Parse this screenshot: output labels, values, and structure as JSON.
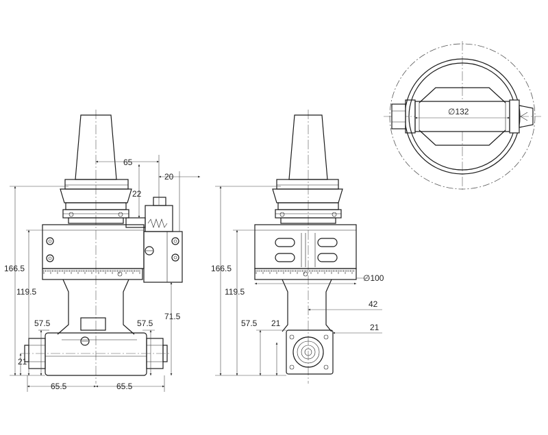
{
  "dimensions": {
    "d65_top": "65",
    "d20": "20",
    "d22": "22",
    "d166_left": "166.5",
    "d119_left": "119.5",
    "d57_left": "57.5",
    "d57_right": "57.5",
    "d71": "71.5",
    "d21_left": "21",
    "d65_bottom_left": "65.5",
    "d65_bottom_right": "65.5",
    "d166_mid": "166.5",
    "d119_mid": "119.5",
    "d57_mid": "57.5",
    "d21_mid": "21",
    "d100": "∅100",
    "d42": "42",
    "d21_right": "21",
    "d132": "∅132"
  },
  "colors": {
    "line": "#1a1a1a",
    "background": "#ffffff"
  }
}
